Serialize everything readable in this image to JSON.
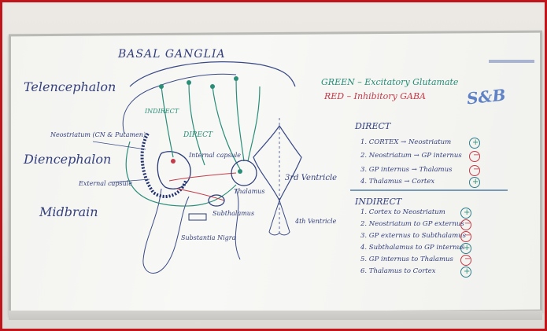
{
  "whiteboard": {
    "title": "BASAL GANGLIA",
    "brain_regions": [
      "Telencephalon",
      "Diencephalon",
      "Midbrain"
    ],
    "legend": {
      "green": "GREEN – Excitatory Glutamate",
      "red": "RED – Inhibitory GABA"
    },
    "logo": "S&B",
    "structure_labels": {
      "neostriatum": "Neostriatum (CN & Putamen)",
      "internal_capsule": "Internal capsule",
      "external_capsule": "External capsule",
      "thalamus": "Thalamus",
      "subthalamus": "Subthalamus",
      "substantia_nigra": "Substantia Nigra",
      "third_ventricle": "3rd Ventricle",
      "fourth_ventricle": "4th Ventricle",
      "direct": "DIRECT",
      "indirect": "INDIRECT"
    },
    "direct_heading": "DIRECT",
    "direct_steps": [
      {
        "text": "1. CORTEX → Neostriatum",
        "sign": "+"
      },
      {
        "text": "2. Neostriatum → GP internus",
        "sign": "−"
      },
      {
        "text": "3. GP internus → Thalamus",
        "sign": "−"
      },
      {
        "text": "4. Thalamus → Cortex",
        "sign": "+"
      }
    ],
    "indirect_heading": "INDIRECT",
    "indirect_steps": [
      {
        "text": "1. Cortex to Neostriatum",
        "sign": "+"
      },
      {
        "text": "2. Neostriatum to GP externus",
        "sign": "−"
      },
      {
        "text": "3. GP externus to Subthalamus",
        "sign": "−"
      },
      {
        "text": "4. Subthalamus to GP internus",
        "sign": "+"
      },
      {
        "text": "5. GP internus to Thalamus",
        "sign": "−"
      },
      {
        "text": "6. Thalamus to Cortex",
        "sign": "+"
      }
    ]
  },
  "colors": {
    "frame": "#c0151b",
    "marker_blue": "#34407d",
    "marker_green": "#2a8d78",
    "marker_red": "#c43b49"
  }
}
